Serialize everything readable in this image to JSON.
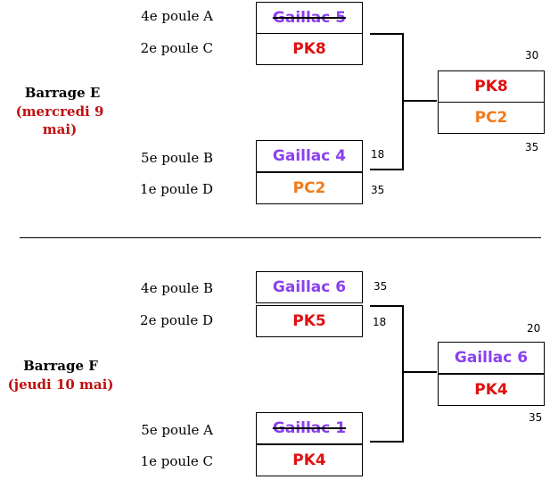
{
  "colors": {
    "purple": "#8a3ff0",
    "red": "#e01010",
    "orange": "#f07a1a",
    "darkred": "#c01010"
  },
  "barrage_e": {
    "title": "Barrage E",
    "date": "(mercredi 9 mai)",
    "match1": {
      "top_label": "4e poule A",
      "top_team": "Gaillac 5",
      "bottom_label": "2e poule C",
      "bottom_team": "PK8"
    },
    "match2": {
      "top_label": "5e poule B",
      "top_team": "Gaillac 4",
      "top_score": "18",
      "bottom_label": "1e poule D",
      "bottom_team": "PC2",
      "bottom_score": "35"
    },
    "final": {
      "top_team": "PK8",
      "top_score": "30",
      "bottom_team": "PC2",
      "bottom_score": "35"
    }
  },
  "barrage_f": {
    "title": "Barrage F",
    "date": "(jeudi 10 mai)",
    "match1": {
      "top_label": "4e poule B",
      "top_team": "Gaillac 6",
      "top_score": "35",
      "bottom_label": "2e poule D",
      "bottom_team": "PK5",
      "bottom_score": "18"
    },
    "match2": {
      "top_label": "5e poule A",
      "top_team": "Gaillac 1",
      "bottom_label": "1e poule C",
      "bottom_team": "PK4"
    },
    "final": {
      "top_team": "Gaillac 6",
      "top_score": "20",
      "bottom_team": "PK4",
      "bottom_score": "35"
    }
  }
}
